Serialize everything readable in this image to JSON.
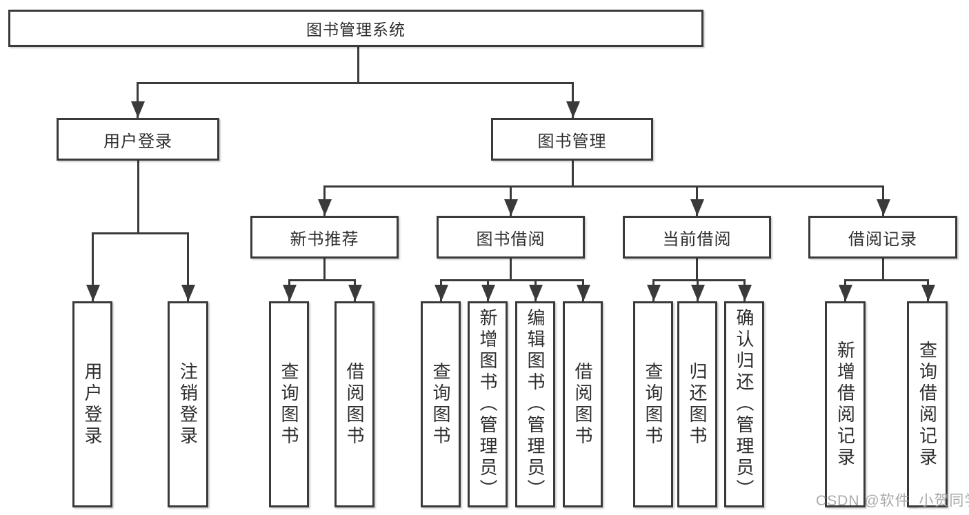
{
  "colors": {
    "line": "#3a3a3a",
    "text": "#2d2d2d",
    "box_bg": "#ffffff",
    "page_bg": "#ffffff",
    "watermark": "#9c9c9c"
  },
  "watermark": "CSDN @软件_小贺同学",
  "tree": {
    "root": {
      "label": "图书管理系统"
    },
    "branches": [
      {
        "label": "用户登录",
        "leaves": [
          {
            "label": "用户登录"
          },
          {
            "label": "注销登录"
          }
        ]
      },
      {
        "label": "图书管理",
        "groups": [
          {
            "label": "新书推荐",
            "leaves": [
              {
                "label": "查询图书"
              },
              {
                "label": "借阅图书"
              }
            ]
          },
          {
            "label": "图书借阅",
            "leaves": [
              {
                "label": "查询图书"
              },
              {
                "label": "新增图书（管理员）"
              },
              {
                "label": "编辑图书（管理员）"
              },
              {
                "label": "借阅图书"
              }
            ]
          },
          {
            "label": "当前借阅",
            "leaves": [
              {
                "label": "查询图书"
              },
              {
                "label": "归还图书"
              },
              {
                "label": "确认归还（管理员）"
              }
            ]
          },
          {
            "label": "借阅记录",
            "leaves": [
              {
                "label": "新增借阅记录"
              },
              {
                "label": "查询借阅记录"
              }
            ]
          }
        ]
      }
    ]
  }
}
